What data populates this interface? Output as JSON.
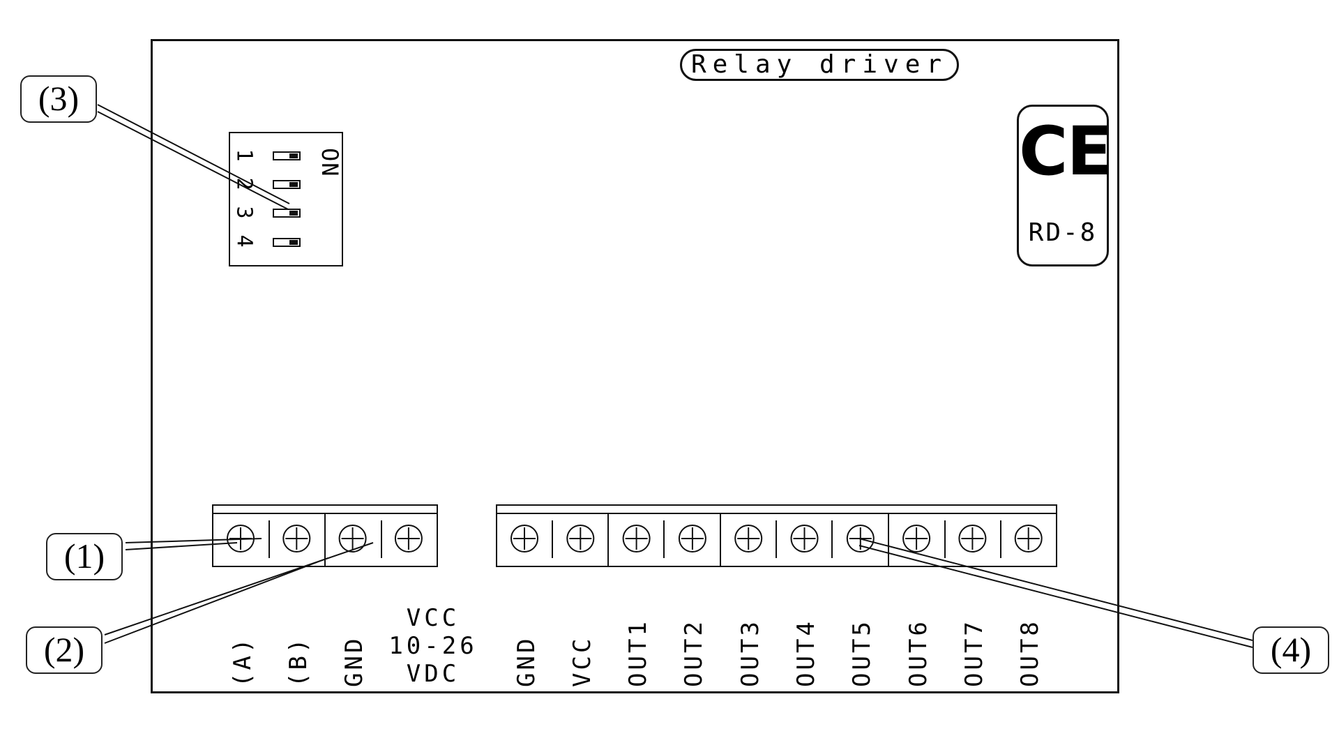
{
  "title_label": "Relay driver",
  "certification": {
    "mark": "CE",
    "model": "RD-8"
  },
  "dip_switch": {
    "on_label": "ON",
    "positions": [
      "1",
      "2",
      "3",
      "4"
    ]
  },
  "callouts": [
    "(1)",
    "(2)",
    "(3)",
    "(4)"
  ],
  "left_terminals": {
    "count": 4,
    "labels": [
      "(A)",
      "(B)",
      "GND"
    ],
    "vcc_label_lines": [
      "VCC",
      "10-26",
      "VDC"
    ]
  },
  "right_terminals": {
    "count": 10,
    "labels": [
      "GND",
      "VCC",
      "OUT1",
      "OUT2",
      "OUT3",
      "OUT4",
      "OUT5",
      "OUT6",
      "OUT7",
      "OUT8"
    ]
  }
}
